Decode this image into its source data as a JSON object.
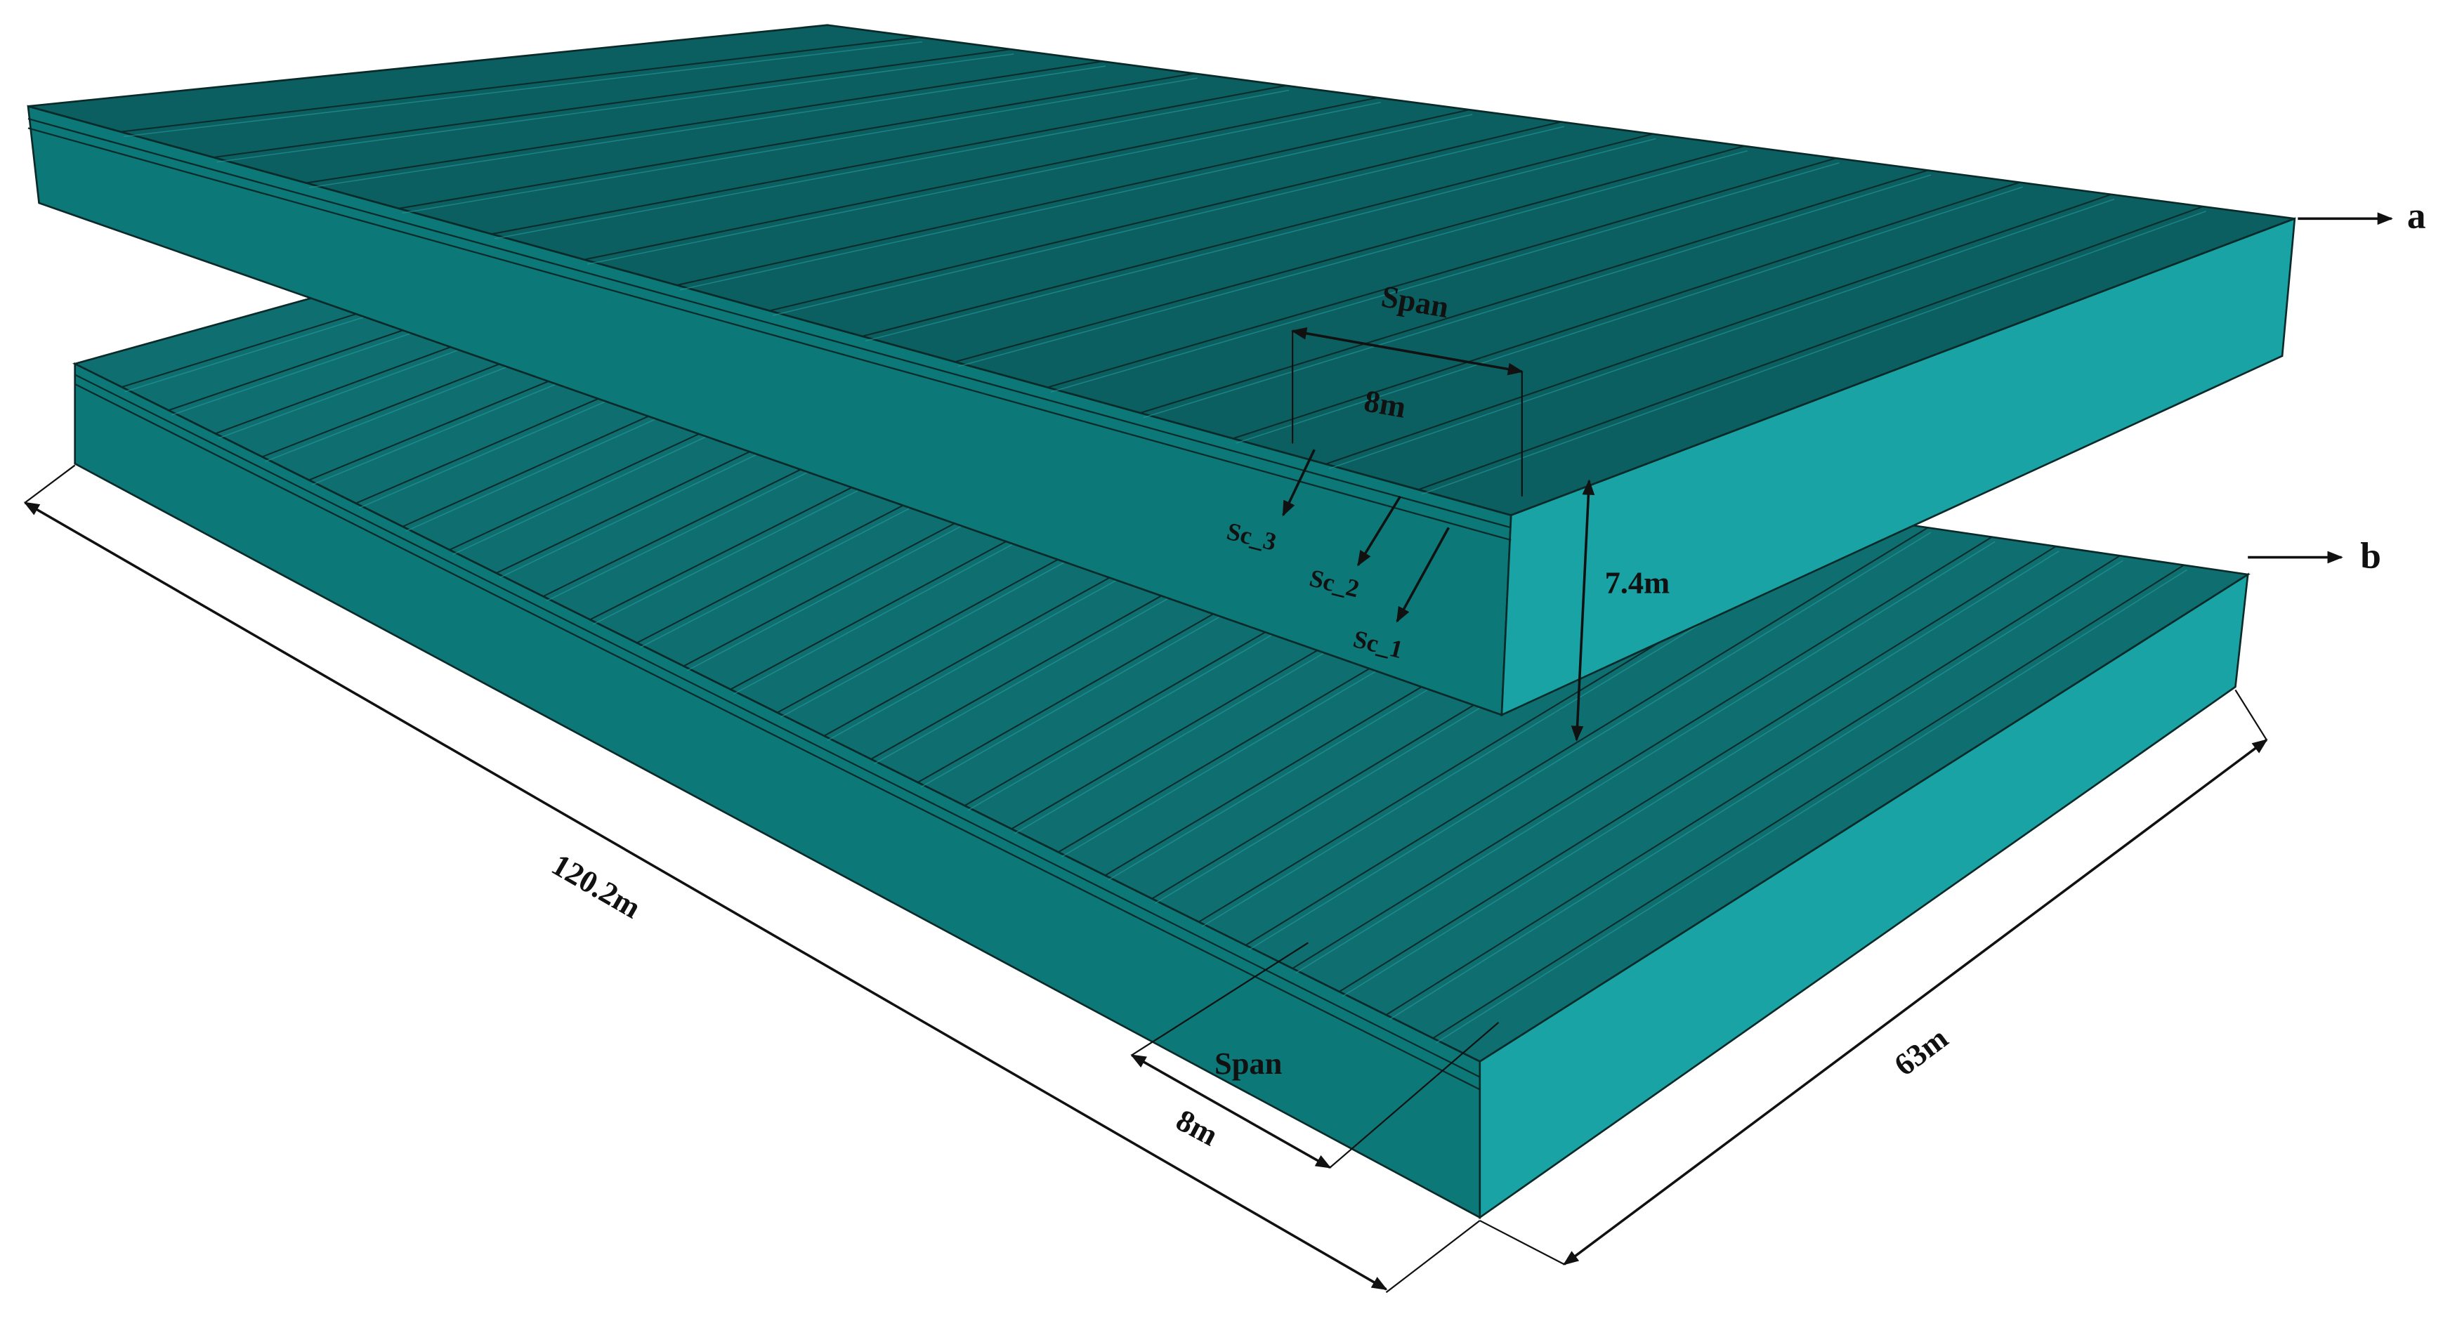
{
  "colors": {
    "roof_dark": "#0b5f60",
    "roof_mid": "#0f6f70",
    "wall_front": "#0c7878",
    "wall_side": "#1aa3a5",
    "edge": "#0a2a2a",
    "annotation": "#111111"
  },
  "labels": {
    "building_a": "a",
    "building_b": "b",
    "span_top": "Span",
    "span_top_value": "8m",
    "height_value": "7.4m",
    "sc3": "Sc_3",
    "sc2": "Sc_2",
    "sc1": "Sc_1",
    "length_value": "120.2m",
    "width_value": "63m",
    "span_bottom": "Span",
    "span_bottom_value": "8m"
  }
}
